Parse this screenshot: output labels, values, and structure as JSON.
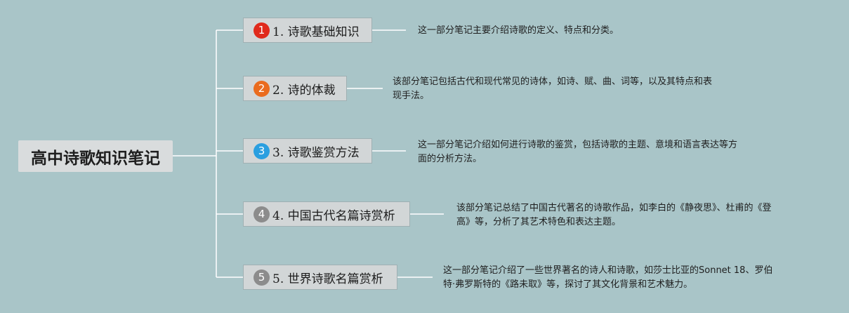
{
  "root": {
    "title": "高中诗歌知识笔记"
  },
  "topics": [
    {
      "badge": "1",
      "badge_color": "#e02a1c",
      "label": "1. 诗歌基础知识",
      "note_lines": [
        "这一部分笔记主要介绍诗歌的定义、特点和分类。"
      ]
    },
    {
      "badge": "2",
      "badge_color": "#ea6b1e",
      "label": "2. 诗的体裁",
      "note_lines": [
        "该部分笔记包括古代和现代常见的诗体，如诗、赋、曲、词等，以及其特点和表",
        "现手法。"
      ]
    },
    {
      "badge": "3",
      "badge_color": "#2a9fe0",
      "label": "3. 诗歌鉴赏方法",
      "note_lines": [
        "这一部分笔记介绍如何进行诗歌的鉴赏，包括诗歌的主题、意境和语言表达等方",
        "面的分析方法。"
      ]
    },
    {
      "badge": "4",
      "badge_color": "#8c8c8c",
      "label": "4. 中国古代名篇诗赏析",
      "note_lines": [
        "该部分笔记总结了中国古代著名的诗歌作品，如李白的《静夜思》、杜甫的《登",
        "高》等，分析了其艺术特色和表达主题。"
      ]
    },
    {
      "badge": "5",
      "badge_color": "#8c8c8c",
      "label": "5. 世界诗歌名篇赏析",
      "note_lines": [
        "这一部分笔记介绍了一些世界著名的诗人和诗歌，如莎士比亚的Sonnet 18、罗伯",
        "特·弗罗斯特的《路未取》等，探讨了其文化背景和艺术魅力。"
      ]
    }
  ],
  "colors": {
    "background": "#a9c5c8",
    "connector": "#ffffff"
  }
}
